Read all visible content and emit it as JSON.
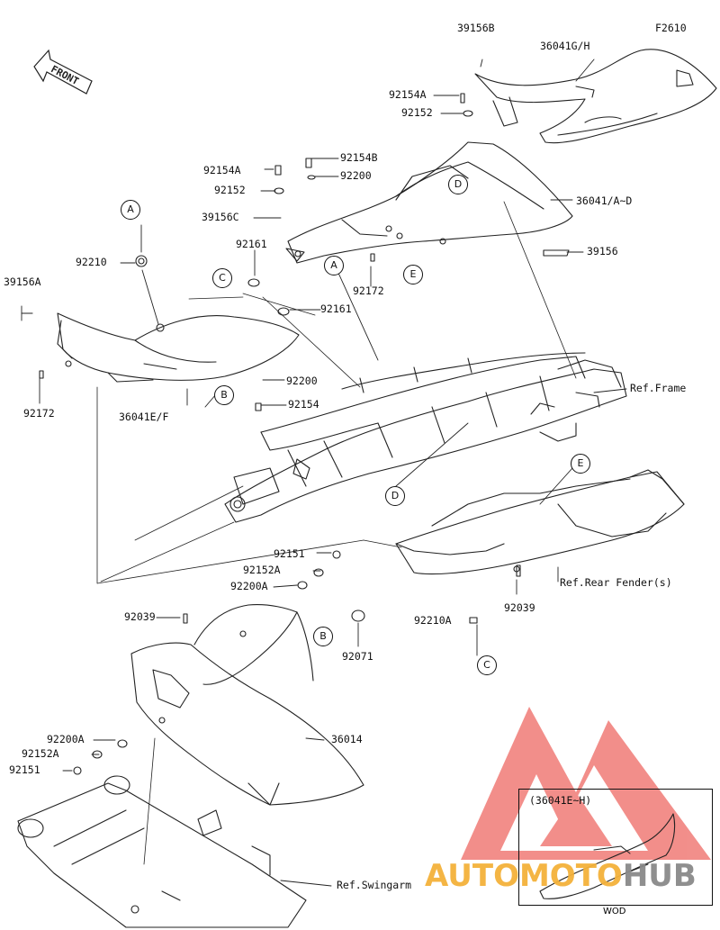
{
  "figure_code": "F2610",
  "front_label": "FRONT",
  "parts": [
    {
      "id": "p1",
      "text": "39156B"
    },
    {
      "id": "p2",
      "text": "36041G/H"
    },
    {
      "id": "p3",
      "text": "92154A"
    },
    {
      "id": "p4",
      "text": "92152"
    },
    {
      "id": "p5",
      "text": "92154B"
    },
    {
      "id": "p6",
      "text": "92154A"
    },
    {
      "id": "p7",
      "text": "92200"
    },
    {
      "id": "p8",
      "text": "92152"
    },
    {
      "id": "p9",
      "text": "36041/A~D"
    },
    {
      "id": "p10",
      "text": "39156C"
    },
    {
      "id": "p11",
      "text": "92161"
    },
    {
      "id": "p12",
      "text": "39156"
    },
    {
      "id": "p13",
      "text": "92210"
    },
    {
      "id": "p14",
      "text": "92172"
    },
    {
      "id": "p15",
      "text": "39156A"
    },
    {
      "id": "p16",
      "text": "92161"
    },
    {
      "id": "p17",
      "text": "92172"
    },
    {
      "id": "p18",
      "text": "36041E/F"
    },
    {
      "id": "p19",
      "text": "92200"
    },
    {
      "id": "p20",
      "text": "92154"
    },
    {
      "id": "p21",
      "text": "Ref.Frame"
    },
    {
      "id": "p22",
      "text": "92151"
    },
    {
      "id": "p23",
      "text": "92152A"
    },
    {
      "id": "p24",
      "text": "92200A"
    },
    {
      "id": "p25",
      "text": "Ref.Rear Fender(s)"
    },
    {
      "id": "p26",
      "text": "92039"
    },
    {
      "id": "p27",
      "text": "92039"
    },
    {
      "id": "p28",
      "text": "92210A"
    },
    {
      "id": "p29",
      "text": "92071"
    },
    {
      "id": "p30",
      "text": "92200A"
    },
    {
      "id": "p31",
      "text": "36014"
    },
    {
      "id": "p32",
      "text": "92152A"
    },
    {
      "id": "p33",
      "text": "92151"
    },
    {
      "id": "p34",
      "text": "Ref.Swingarm"
    }
  ],
  "callouts": [
    "A",
    "A",
    "B",
    "B",
    "C",
    "C",
    "D",
    "D",
    "E",
    "E"
  ],
  "inset": {
    "label": "(36041E~H)",
    "caption": "WOD"
  },
  "watermark": {
    "part1": "AUTOMOTO",
    "part2": "HUB",
    "colors": {
      "triangle": "#e8332b",
      "text": "#f4b23a",
      "hub": "#8a8a8a"
    }
  }
}
